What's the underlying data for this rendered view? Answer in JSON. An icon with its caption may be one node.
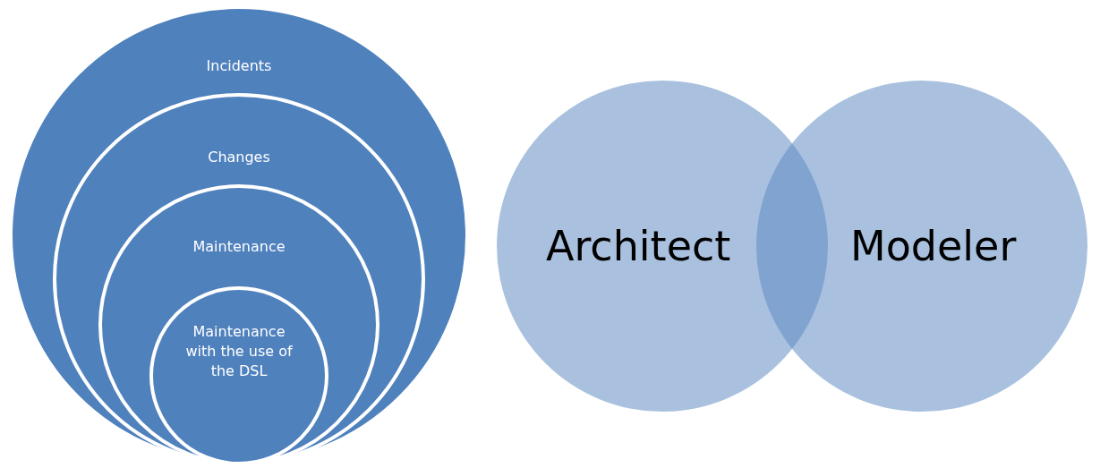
{
  "diagram": {
    "nodes": [
      {
        "text": [
          "Incidents"
        ]
      },
      {
        "text": [
          "Changes"
        ],
        "in": 0
      },
      {
        "text": [
          "Maintenance"
        ],
        "in": 1
      },
      {
        "text": [
          "Maintenance with the use of the DSL"
        ],
        "in": 2
      },
      {
        "text": [
          "Architect"
        ]
      },
      {
        "text": [
          "Modeler"
        ]
      }
    ]
  }
}
